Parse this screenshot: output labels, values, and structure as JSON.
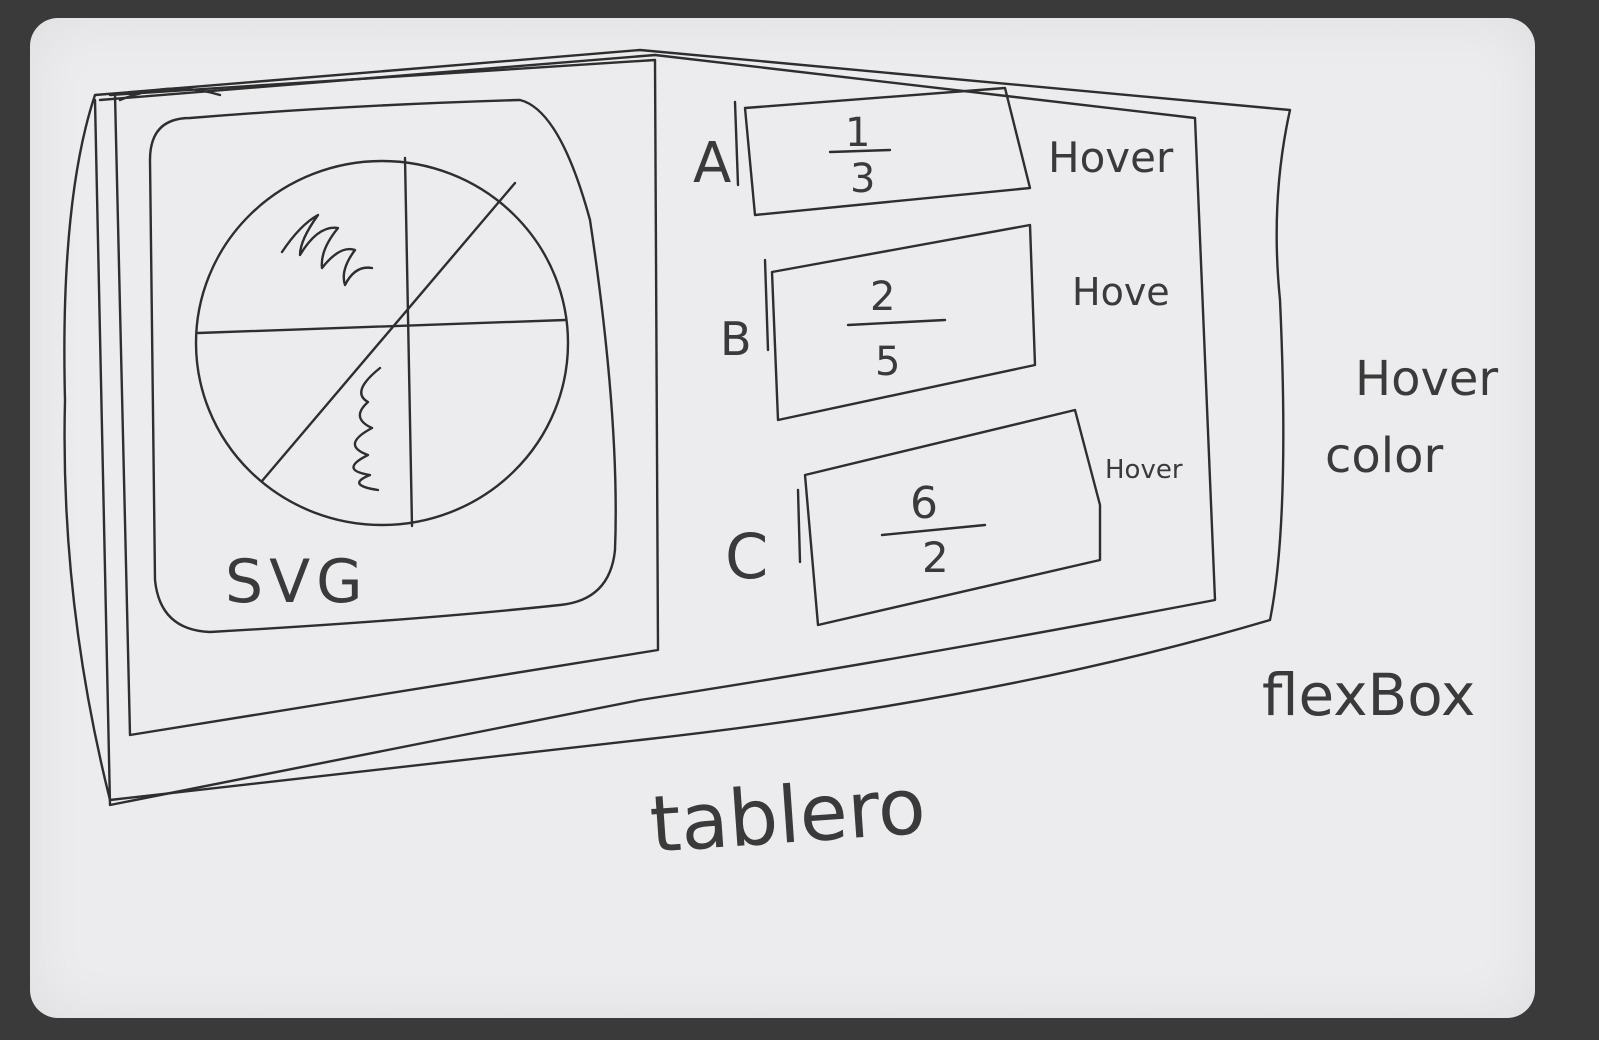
{
  "board": {
    "title": "tablero",
    "layout_note": "flexBox",
    "hover_note": "Hover color"
  },
  "svg_panel": {
    "label": "SVG"
  },
  "items": [
    {
      "letter": "A",
      "numerator": "1",
      "denominator": "3",
      "hover": "Hover"
    },
    {
      "letter": "B",
      "numerator": "2",
      "denominator": "5",
      "hover": "Hove"
    },
    {
      "letter": "C",
      "numerator": "6",
      "denominator": "2",
      "hover": "Hover"
    }
  ],
  "colors": {
    "paper": "#ecebed",
    "ink": "#2e2e2e",
    "frame": "#3a3a3a"
  }
}
